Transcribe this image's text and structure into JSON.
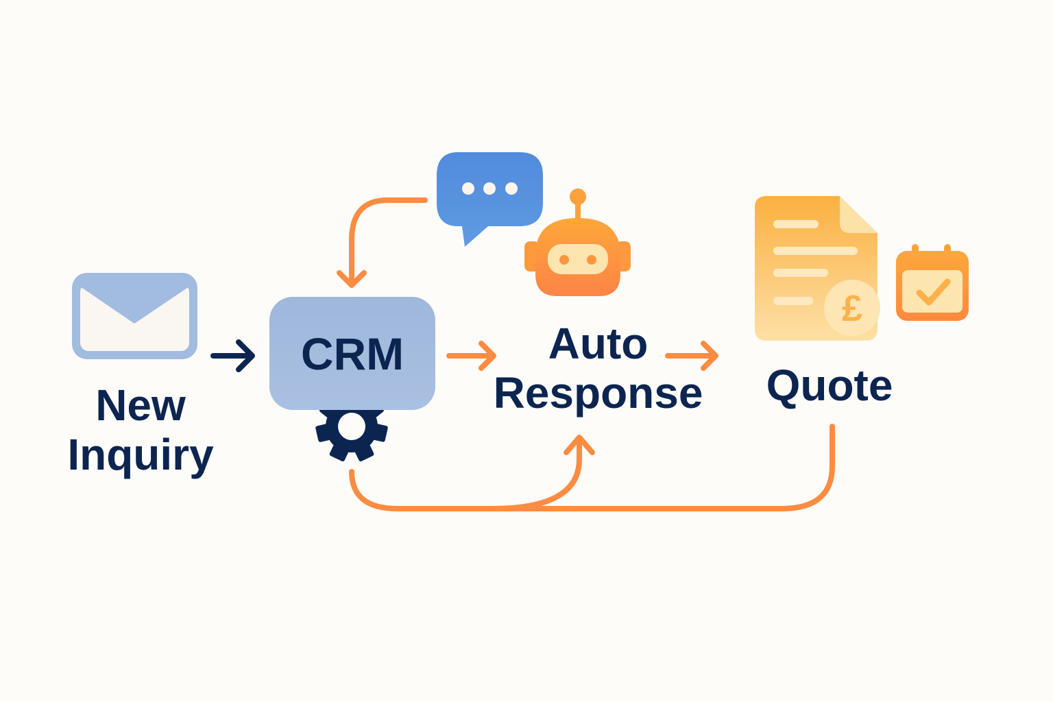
{
  "diagram": {
    "title": "Inquiry automation flow",
    "nodes": {
      "new_inquiry": {
        "label": "New Inquiry",
        "line1": "New",
        "line2": "Inquiry",
        "icon": "envelope-icon"
      },
      "crm": {
        "label": "CRM",
        "icon": "gear-icon"
      },
      "auto_response": {
        "label": "Auto Response",
        "line1": "Auto",
        "line2": "Response",
        "icons": [
          "chat-bubble-icon",
          "robot-icon"
        ]
      },
      "quote": {
        "label": "Quote",
        "icons": [
          "invoice-pound-icon",
          "calendar-check-icon"
        ],
        "currency_symbol": "£"
      }
    },
    "edges": [
      {
        "from": "New Inquiry",
        "to": "CRM",
        "style": "navy-arrow"
      },
      {
        "from": "CRM",
        "to": "Auto Response",
        "style": "orange-arrow"
      },
      {
        "from": "Auto Response",
        "to": "Quote",
        "style": "orange-arrow"
      },
      {
        "from": "Auto Response (chat)",
        "to": "CRM",
        "style": "orange-curved-arrow"
      },
      {
        "from": "CRM / Quote",
        "to": "Auto Response",
        "style": "orange-loop-arrow"
      }
    ],
    "colors": {
      "navy": "#0c2550",
      "orange": "#fb8c42",
      "crm_blue": "#a3bbde",
      "chat_blue": "#5590de",
      "robot_orange": "#fd9a3e",
      "doc_amber": "#fbb54a",
      "cream": "#fde8b8",
      "background": "#fdfcf9"
    }
  }
}
